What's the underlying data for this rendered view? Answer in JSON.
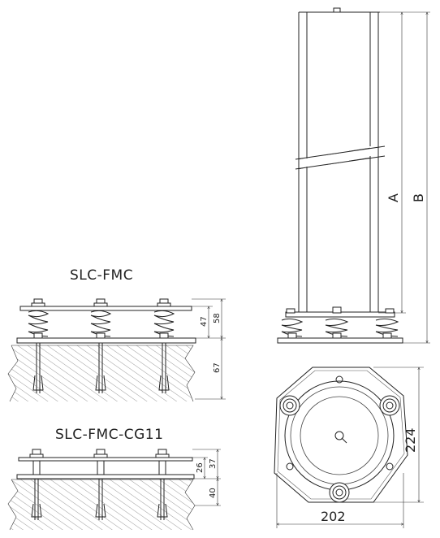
{
  "diagram": {
    "title_fmc": "SLC-FMC",
    "title_cg11": "SLC-FMC-CG11",
    "dims_fmc": {
      "top": "58",
      "spring": "47",
      "anchor": "67"
    },
    "dims_cg11": {
      "top": "37",
      "spring": "26",
      "anchor": "40"
    },
    "column_labels": {
      "a": "A",
      "b": "B"
    },
    "base_dims": {
      "height": "224",
      "width": "202"
    }
  }
}
